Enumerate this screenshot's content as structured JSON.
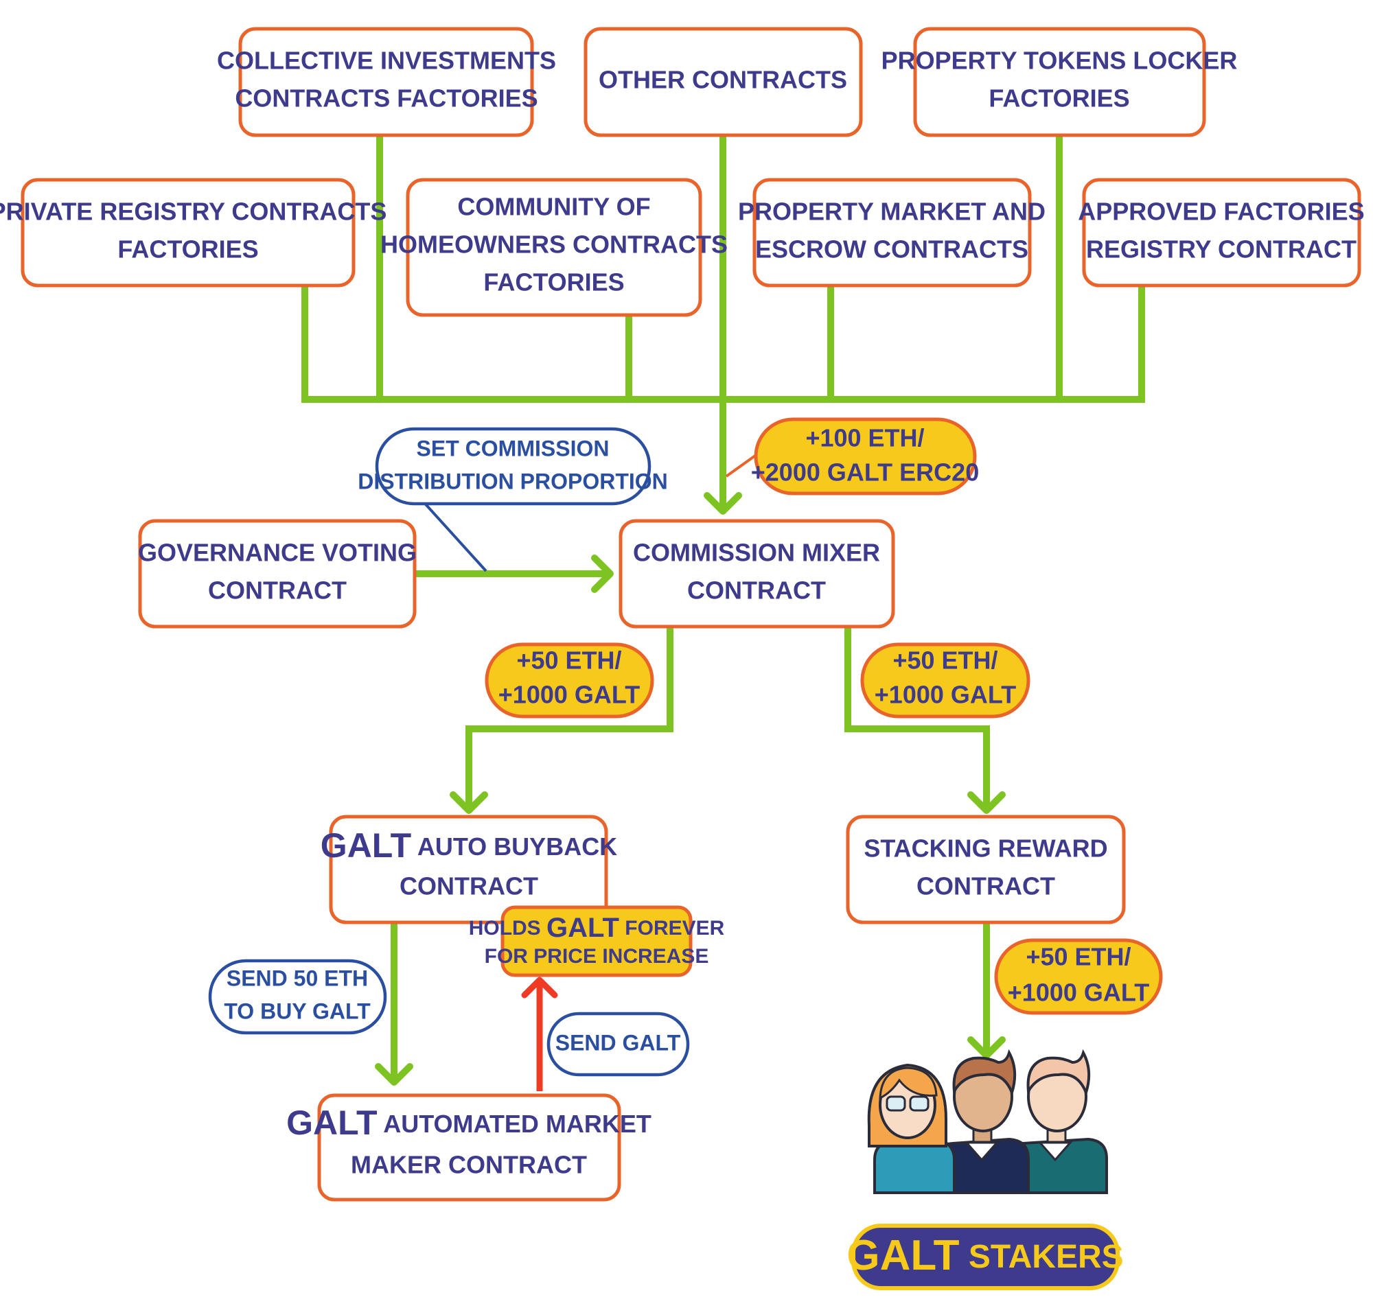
{
  "nodes": {
    "collective": {
      "lines": [
        "COLLECTIVE INVESTMENTS",
        "CONTRACTS FACTORIES"
      ]
    },
    "other": {
      "lines": [
        "OTHER CONTRACTS"
      ]
    },
    "locker": {
      "lines": [
        "PROPERTY TOKENS LOCKER",
        "FACTORIES"
      ]
    },
    "private_registry": {
      "lines": [
        "PRIVATE REGISTRY CONTRACTS",
        "FACTORIES"
      ]
    },
    "community": {
      "lines": [
        "COMMUNITY OF",
        "HOMEOWNERS CONTRACTS",
        "FACTORIES"
      ]
    },
    "market": {
      "lines": [
        "PROPERTY MARKET AND",
        "ESCROW CONTRACTS"
      ]
    },
    "approved": {
      "lines": [
        "APPROVED FACTORIES",
        "REGISTRY CONTRACT"
      ]
    },
    "governance": {
      "lines": [
        "GOVERNANCE VOTING",
        "CONTRACT"
      ]
    },
    "mixer": {
      "lines": [
        "COMMISSION MIXER",
        "CONTRACT"
      ]
    },
    "buyback": {
      "brand": "GALT",
      "line1_rest": "AUTO BUYBACK",
      "line2": "CONTRACT"
    },
    "amm": {
      "brand": "GALT",
      "line1_rest": "AUTOMATED MARKET",
      "line2": "MAKER CONTRACT"
    },
    "staking": {
      "lines": [
        "STACKING REWARD",
        "CONTRACT"
      ]
    }
  },
  "pills": {
    "total": {
      "lines": [
        "+100 ETH/",
        "+2000 GALT ERC20"
      ]
    },
    "left": {
      "lines": [
        "+50 ETH/",
        "+1000 GALT"
      ]
    },
    "right": {
      "lines": [
        "+50 ETH/",
        "+1000 GALT"
      ]
    },
    "stakers_reward": {
      "lines": [
        "+50 ETH/",
        "+1000 GALT"
      ]
    },
    "holds": {
      "w1": "HOLDS",
      "brand": "GALT",
      "w2": "FOREVER",
      "line2": "FOR PRICE INCREASE"
    }
  },
  "notes": {
    "set_commission": {
      "lines": [
        "SET COMMISSION",
        "DISTRIBUTION PROPORTION"
      ]
    },
    "send_eth": {
      "lines": [
        "SEND 50 ETH",
        "TO BUY GALT"
      ]
    },
    "send_galt": {
      "lines": [
        "SEND GALT"
      ]
    }
  },
  "stakers": {
    "brand": "GALT",
    "label": "STAKERS"
  },
  "colors": {
    "box_border": "#E8642A",
    "box_text": "#3E3A8C",
    "connector": "#7DC423",
    "pill_fill": "#F6C91B",
    "note_border": "#2B4FA0",
    "return_arrow": "#EF3B23"
  },
  "icons": [
    "female-staker-icon",
    "male-staker-icon",
    "male-staker-icon"
  ]
}
